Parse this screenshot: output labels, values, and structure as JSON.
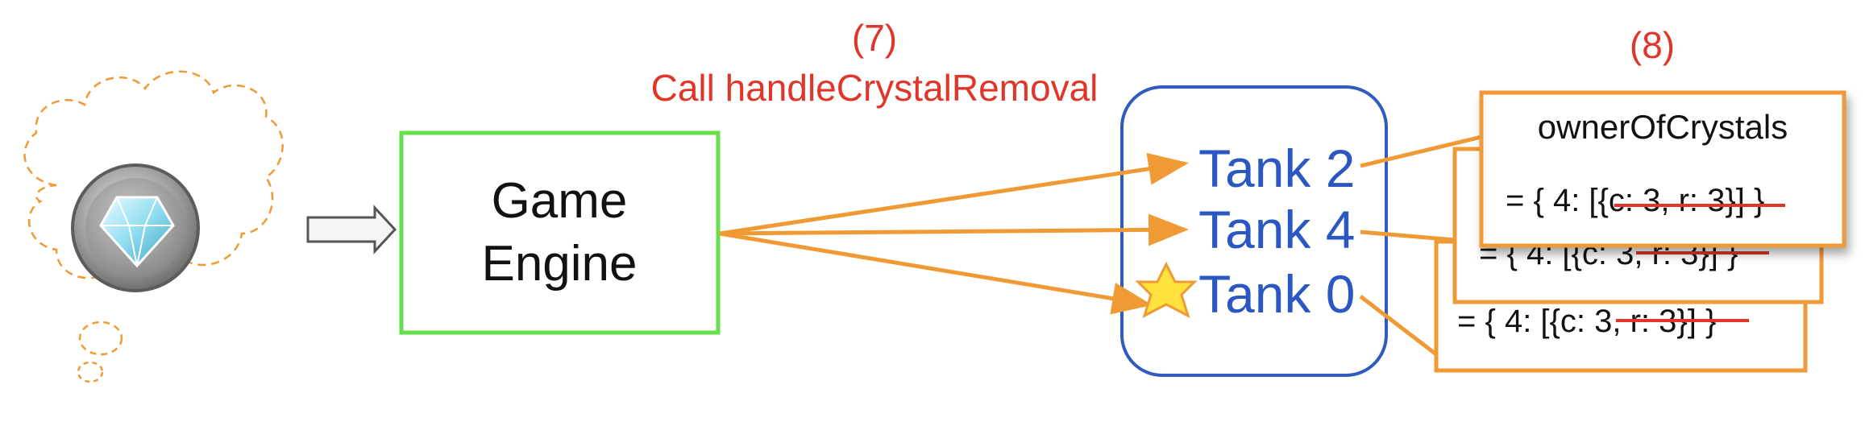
{
  "step7": {
    "number": "(7)",
    "label": "Call handleCrystalRemoval"
  },
  "step8": {
    "number": "(8)"
  },
  "engine": {
    "line1": "Game",
    "line2": "Engine"
  },
  "tanks": [
    {
      "label": "Tank 2"
    },
    {
      "label": "Tank 4"
    },
    {
      "label": "Tank 0"
    }
  ],
  "popup": {
    "title": "ownerOfCrystals",
    "value_prefix": "= { 4: [",
    "value_struck": "{c: 3, r: 3}",
    "value_suffix": "] }"
  },
  "stacked_popups": [
    {
      "value_prefix": "= { 4: [",
      "value_struck": "{c: 3, r: 3}",
      "value_suffix": "] }"
    },
    {
      "value_prefix": "= { 4: [",
      "value_struck": "{c: 3, r: 3}",
      "value_suffix": "] }"
    }
  ],
  "colors": {
    "engine_border": "#66e04a",
    "tank_border": "#2f5bbf",
    "tank_text": "#2b57c2",
    "annotation": "#e0362a",
    "arrow": "#ef9a35",
    "strike": "#e0362a"
  },
  "icons": {
    "thought": "thought-cloud-icon",
    "crystal": "crystal-orb-icon",
    "flow": "hollow-arrow-icon",
    "star": "star-icon"
  }
}
